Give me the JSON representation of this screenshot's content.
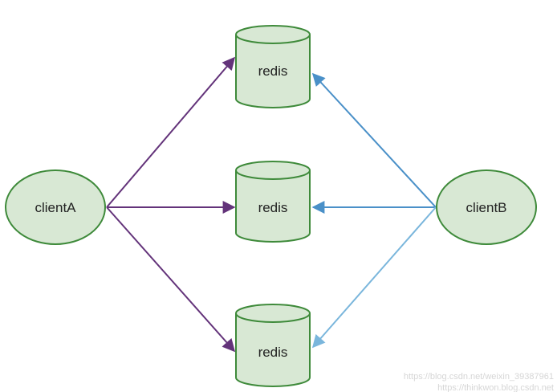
{
  "colors": {
    "node_fill": "#d8e8d4",
    "node_stroke": "#3e8a3a",
    "client_a_arrows": "#63337a",
    "client_b_arrows_top": "#4a90c8",
    "client_b_arrows_bottom": "#7ab6dc"
  },
  "nodes": {
    "client_a": {
      "label": "clientA"
    },
    "client_b": {
      "label": "clientB"
    },
    "redis_top": {
      "label": "redis"
    },
    "redis_middle": {
      "label": "redis"
    },
    "redis_bottom": {
      "label": "redis"
    }
  },
  "edges": [
    {
      "from": "clientA",
      "to": "redis (top)"
    },
    {
      "from": "clientA",
      "to": "redis (middle)"
    },
    {
      "from": "clientA",
      "to": "redis (bottom)"
    },
    {
      "from": "clientB",
      "to": "redis (top)"
    },
    {
      "from": "clientB",
      "to": "redis (middle)"
    },
    {
      "from": "clientB",
      "to": "redis (bottom)"
    }
  ],
  "watermark": {
    "line1": "https://blog.csdn.net/weixin_39387961",
    "line2": "https://thinkwon.blog.csdn.net"
  }
}
